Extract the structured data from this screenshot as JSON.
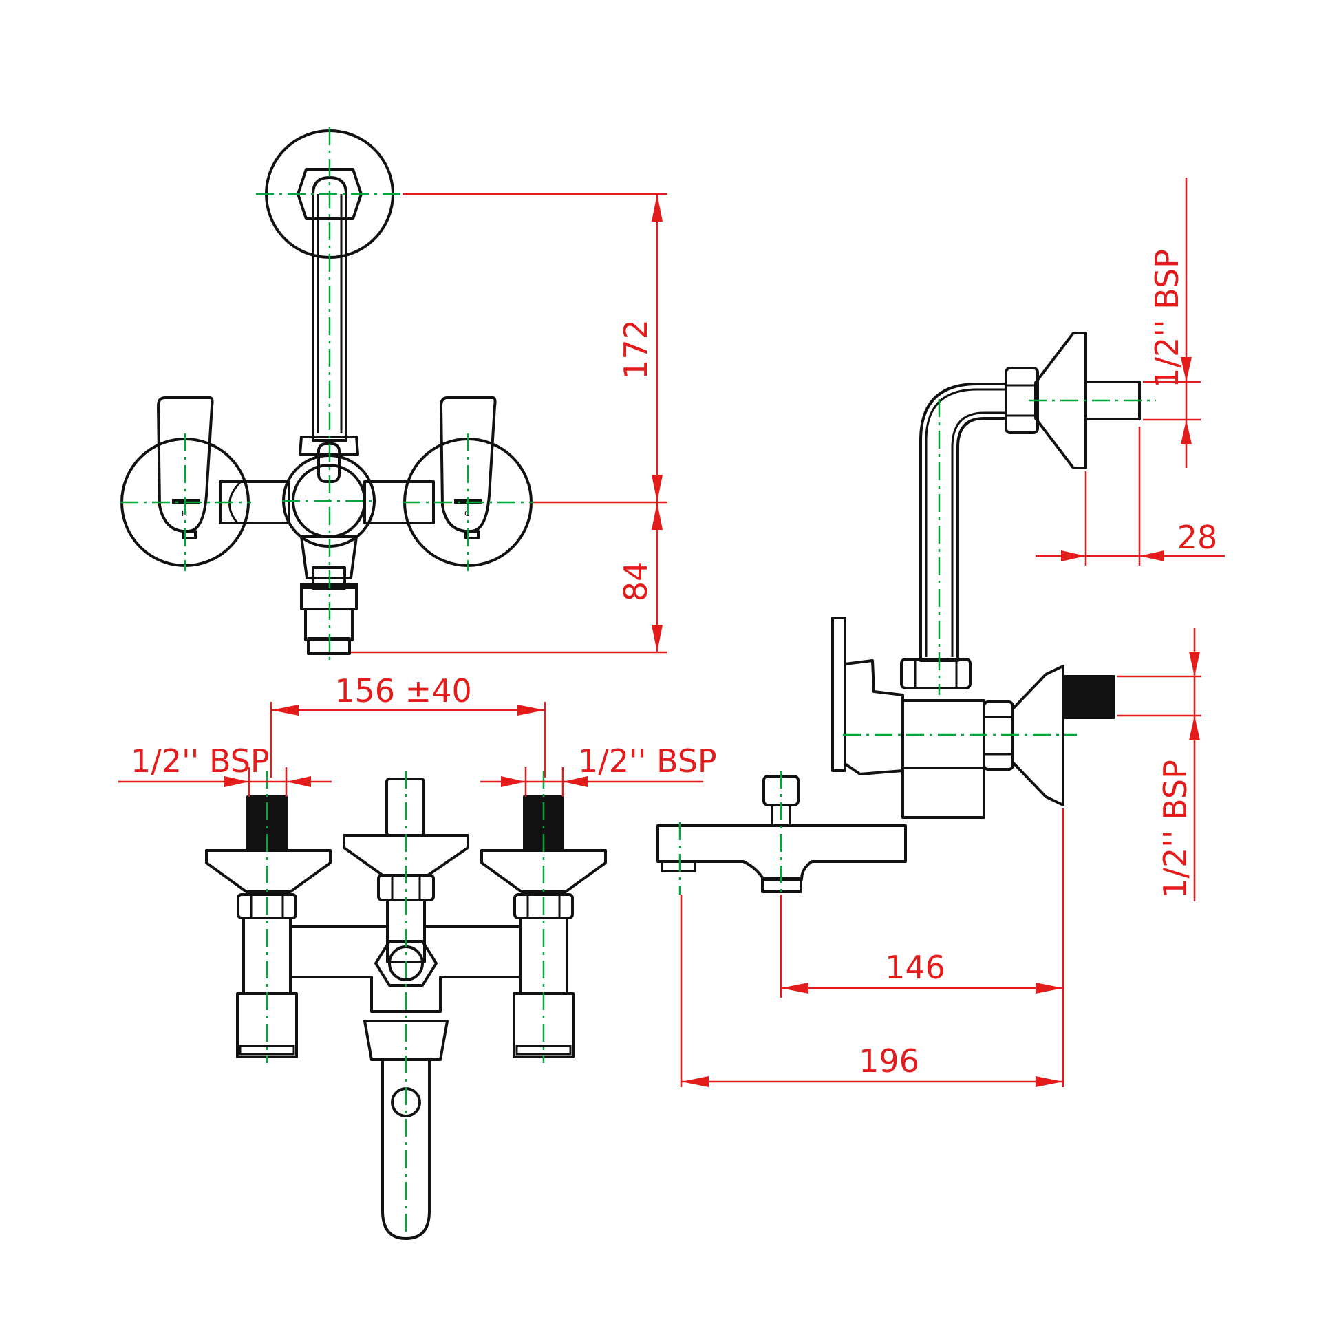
{
  "dimensions": {
    "front_height_upper": "172",
    "front_height_lower": "84",
    "bottom_center_distance": "156 ±40",
    "bottom_thread_left": "1/2'' BSP",
    "bottom_thread_right": "1/2'' BSP",
    "side_thread_top": "1/2'' BSP",
    "side_flange_offset": "28",
    "side_thread_bottom": "1/2'' BSP",
    "side_spout_depth": "146",
    "side_total_depth": "196"
  },
  "handle_marks": {
    "hot": "H",
    "cold": "C"
  },
  "colors": {
    "outline": "#111111",
    "centerline": "#00a83a",
    "dimension": "#e41b1b"
  }
}
